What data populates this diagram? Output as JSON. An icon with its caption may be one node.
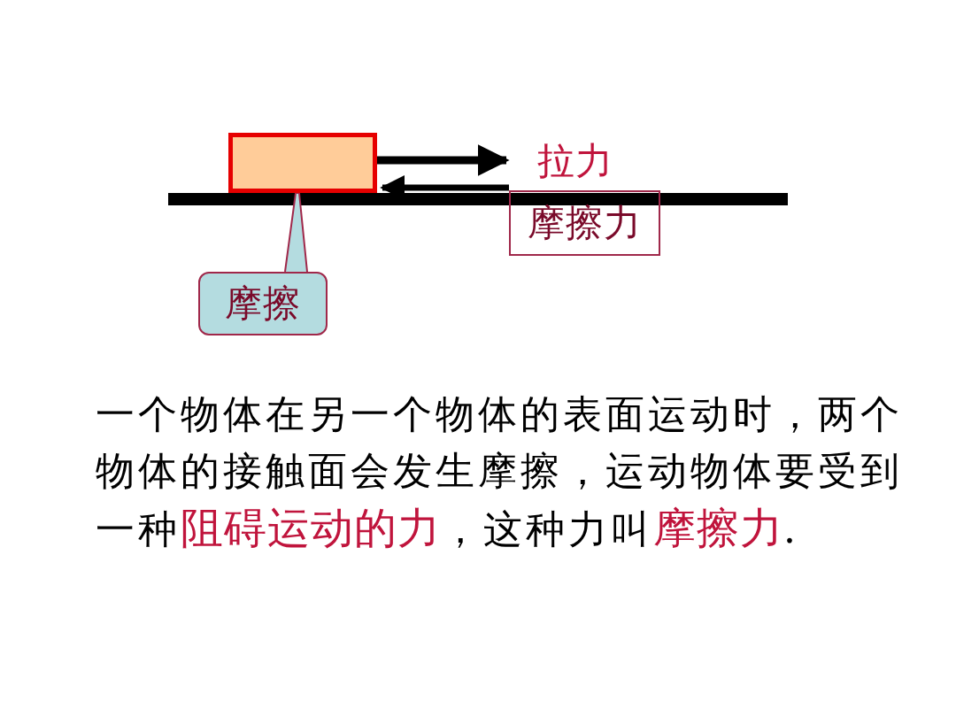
{
  "diagram": {
    "nodes": [
      {
        "text": [],
        "shape": "box"
      },
      {
        "text": [
          "拉力"
        ]
      },
      {
        "text": [
          "摩擦力"
        ]
      },
      {
        "text": [
          "摩擦"
        ]
      }
    ],
    "edges": [
      {
        "from": 0,
        "to": 1,
        "arrow": "to"
      },
      {
        "from": 2,
        "to": 0,
        "arrow": "to"
      },
      {
        "from": 3,
        "to": 0,
        "arrow": "none"
      }
    ],
    "labels": [
      "一个物体在另一个物体的表面运动时，两个物体的接触面会发生摩擦，运动物体要受到一种**阻碍运动的力**，这种力叫**摩擦力**."
    ]
  }
}
